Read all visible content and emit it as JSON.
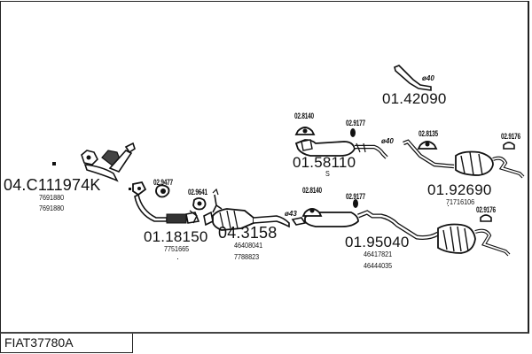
{
  "diagram_code": "FIAT37780A",
  "parts": [
    {
      "part_number": "04.C111974K",
      "oem_refs": [
        "7691880",
        "7691880"
      ],
      "description": "exhaust-manifold"
    },
    {
      "part_number": "01.18150",
      "oem_refs": [
        "7751665"
      ],
      "description": "front-pipe"
    },
    {
      "part_number": "04.3158",
      "oem_refs": [
        "46408041",
        "7788823"
      ],
      "description": "catalytic-converter"
    },
    {
      "part_number": "01.58110",
      "oem_refs": [
        "S"
      ],
      "description": "middle-silencer-short"
    },
    {
      "part_number": "01.42090",
      "oem_refs": [],
      "description": "tail-pipe"
    },
    {
      "part_number": "01.92690",
      "oem_refs": [
        "71716106"
      ],
      "description": "rear-silencer-upper"
    },
    {
      "part_number": "01.95040",
      "oem_refs": [
        "46417821",
        "46444035"
      ],
      "description": "middle-rear-silencer-lower"
    }
  ],
  "fittings": {
    "front_gasket": "02.9477",
    "cat_gasket": "02.9641",
    "mount_upper_left": "02.8140",
    "mount_upper_mid": "02.9177",
    "mount_upper_rear_a": "02.8135",
    "mount_upper_rear_b": "02.9176",
    "mount_lower_left": "02.8140",
    "mount_lower_mid": "02.9177",
    "mount_lower_rear": "02.9176"
  },
  "diameters": {
    "d43": "ø43",
    "d40_upper": "ø40",
    "d40_tail": "ø40"
  }
}
